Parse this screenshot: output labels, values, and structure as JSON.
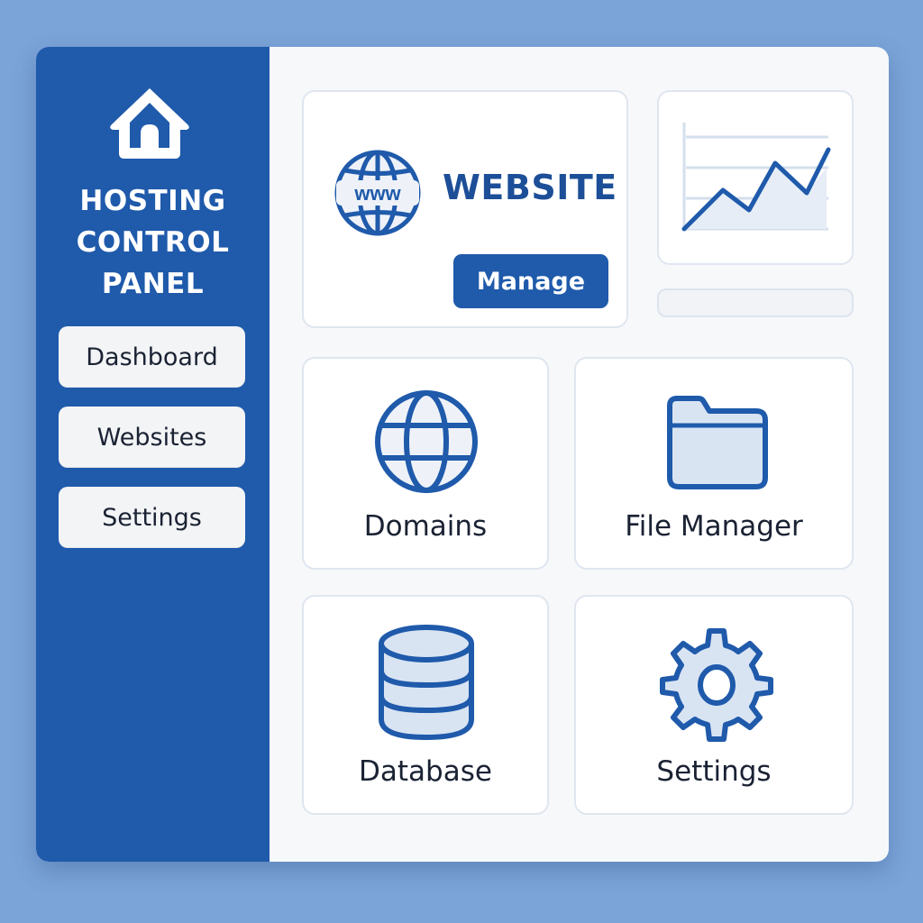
{
  "sidebar": {
    "logo_icon": "home-icon",
    "brand_lines": [
      "HOSTING",
      "CONTROL",
      "PANEL"
    ],
    "items": [
      {
        "label": "Dashboard"
      },
      {
        "label": "Websites"
      },
      {
        "label": "Settings"
      }
    ]
  },
  "main": {
    "website_card": {
      "icon": "www-globe-icon",
      "title": "WEBSITE",
      "button_label": "Manage"
    },
    "chart_card": {
      "icon": "line-chart-icon"
    },
    "tiles": [
      {
        "label": "Domains",
        "icon": "globe-icon"
      },
      {
        "label": "File Manager",
        "icon": "folder-icon"
      },
      {
        "label": "Database",
        "icon": "database-icon"
      },
      {
        "label": "Settings",
        "icon": "gear-icon"
      }
    ]
  },
  "colors": {
    "background": "#7ba4d8",
    "sidebar": "#1f5aab",
    "accent": "#1f5aab",
    "icon_fill": "#dbe6f4",
    "text": "#1a2233"
  }
}
